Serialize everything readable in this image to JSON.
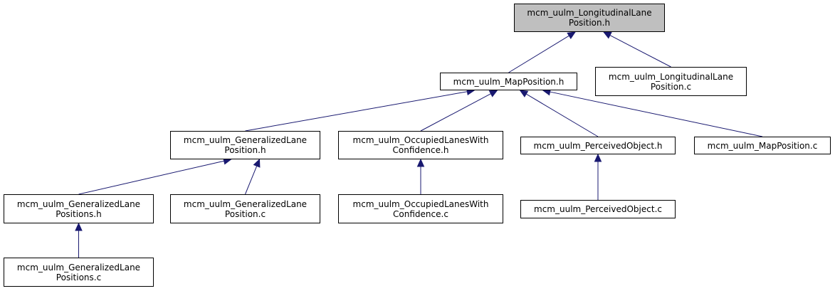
{
  "nodes": {
    "longlane_h": {
      "label": "mcm_uulm_LongitudinalLane\nPosition.h"
    },
    "longlane_c": {
      "label": "mcm_uulm_LongitudinalLane\nPosition.c"
    },
    "mappos_h": {
      "label": "mcm_uulm_MapPosition.h"
    },
    "mappos_c": {
      "label": "mcm_uulm_MapPosition.c"
    },
    "genlane_h": {
      "label": "mcm_uulm_GeneralizedLane\nPosition.h"
    },
    "genlane_c": {
      "label": "mcm_uulm_GeneralizedLane\nPosition.c"
    },
    "genlanes_h": {
      "label": "mcm_uulm_GeneralizedLane\nPositions.h"
    },
    "genlanes_c": {
      "label": "mcm_uulm_GeneralizedLane\nPositions.c"
    },
    "occ_h": {
      "label": "mcm_uulm_OccupiedLanesWith\nConfidence.h"
    },
    "occ_c": {
      "label": "mcm_uulm_OccupiedLanesWith\nConfidence.c"
    },
    "perc_h": {
      "label": "mcm_uulm_PerceivedObject.h"
    },
    "perc_c": {
      "label": "mcm_uulm_PerceivedObject.c"
    }
  },
  "edges": [
    {
      "from": "longlane_h",
      "to": "mappos_h"
    },
    {
      "from": "longlane_h",
      "to": "longlane_c"
    },
    {
      "from": "mappos_h",
      "to": "genlane_h"
    },
    {
      "from": "mappos_h",
      "to": "occ_h"
    },
    {
      "from": "mappos_h",
      "to": "perc_h"
    },
    {
      "from": "mappos_h",
      "to": "mappos_c"
    },
    {
      "from": "genlane_h",
      "to": "genlanes_h"
    },
    {
      "from": "genlane_h",
      "to": "genlane_c"
    },
    {
      "from": "genlanes_h",
      "to": "genlanes_c"
    },
    {
      "from": "occ_h",
      "to": "occ_c"
    },
    {
      "from": "perc_h",
      "to": "perc_c"
    }
  ],
  "colors": {
    "edge": "#191970",
    "root_fill": "#bfbfbf",
    "node_fill": "#ffffff",
    "border": "#000000"
  }
}
